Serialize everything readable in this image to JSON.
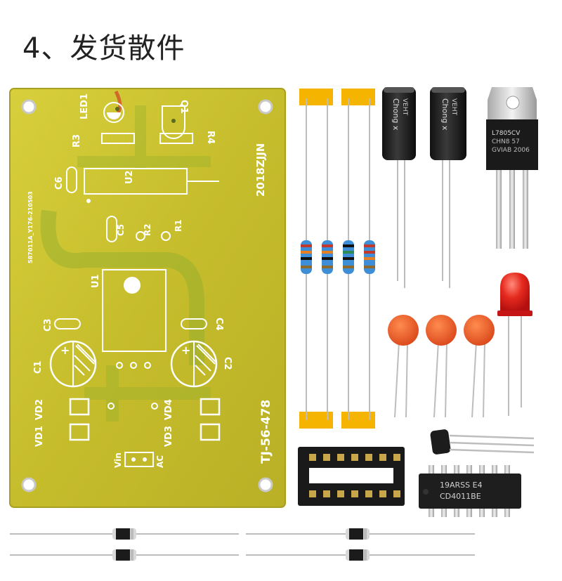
{
  "title": "4、发货散件",
  "pcb": {
    "labels": {
      "led1": "LED1",
      "q1": "Q1",
      "r3": "R3",
      "r4": "R4",
      "c6": "C6",
      "u2": "U2",
      "brand": "2018ZJJN",
      "part_code": "587011A_Y176-210503",
      "c5": "C5",
      "r2": "R2",
      "r1": "R1",
      "u1": "U1",
      "c3": "C3",
      "c4": "C4",
      "c1": "C1",
      "c2": "C2",
      "vd2": "VD2",
      "vd4": "VD4",
      "vd1": "VD1",
      "vd3": "VD3",
      "model": "TJ-56-478",
      "vin": "Vin",
      "ac": "AC"
    }
  },
  "components": {
    "capacitor_text": "Chong x",
    "capacitor_subtext": "VEHT",
    "regulator_text_1": "L7805CV",
    "regulator_text_2": "CHN8 57",
    "regulator_text_3": "GVIAB 2006",
    "ic_text_1": "19ARSS E4",
    "ic_text_2": "CD4011BE"
  },
  "colors": {
    "pcb": "#c9c132",
    "pcb_edge": "#b8ae2a",
    "tape": "#f5b400",
    "ceramic_cap": "#e85a1e",
    "led": "#e32020"
  }
}
